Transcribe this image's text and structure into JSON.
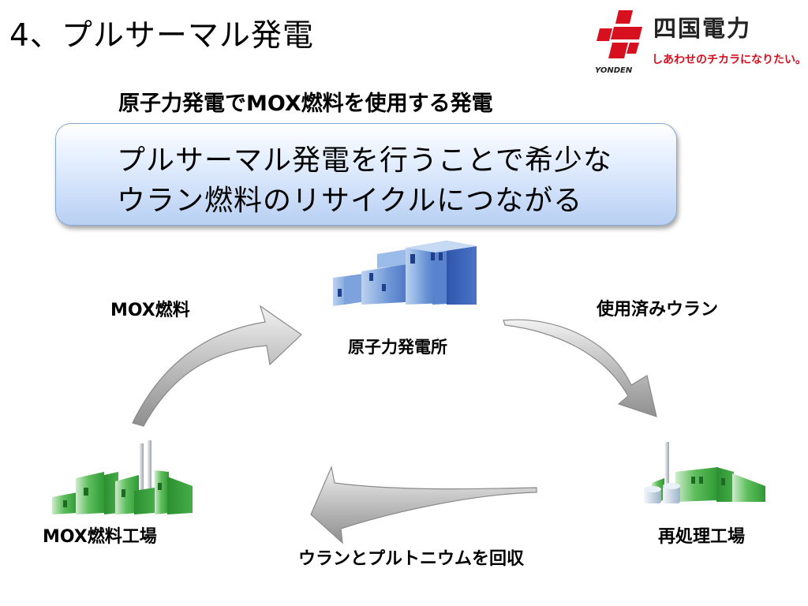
{
  "title": "4、プルサーマル発電",
  "subtitle": "原子力発電でMOX燃料を使用する発電",
  "callout": {
    "line1": "プルサーマル発電を行うことで希少な",
    "line2": "ウラン燃料のリサイクルにつながる"
  },
  "logo": {
    "name": "四国電力",
    "slogan": "しあわせのチカラになりたい。",
    "roman": "YONDEN",
    "color": "#d7101f"
  },
  "nodes": {
    "nuclear_plant": "原子力発電所",
    "mox_factory": "MOX燃料工場",
    "reprocessing": "再処理工場"
  },
  "flows": {
    "mox_fuel": "MOX燃料",
    "spent_uranium": "使用済みウラン",
    "recovery": "ウランとプルトニウムを回収"
  },
  "colors": {
    "plant_blue": "#3f6fc4",
    "factory_green": "#3aa63c",
    "arrow_gray": "#9a9a9a"
  }
}
